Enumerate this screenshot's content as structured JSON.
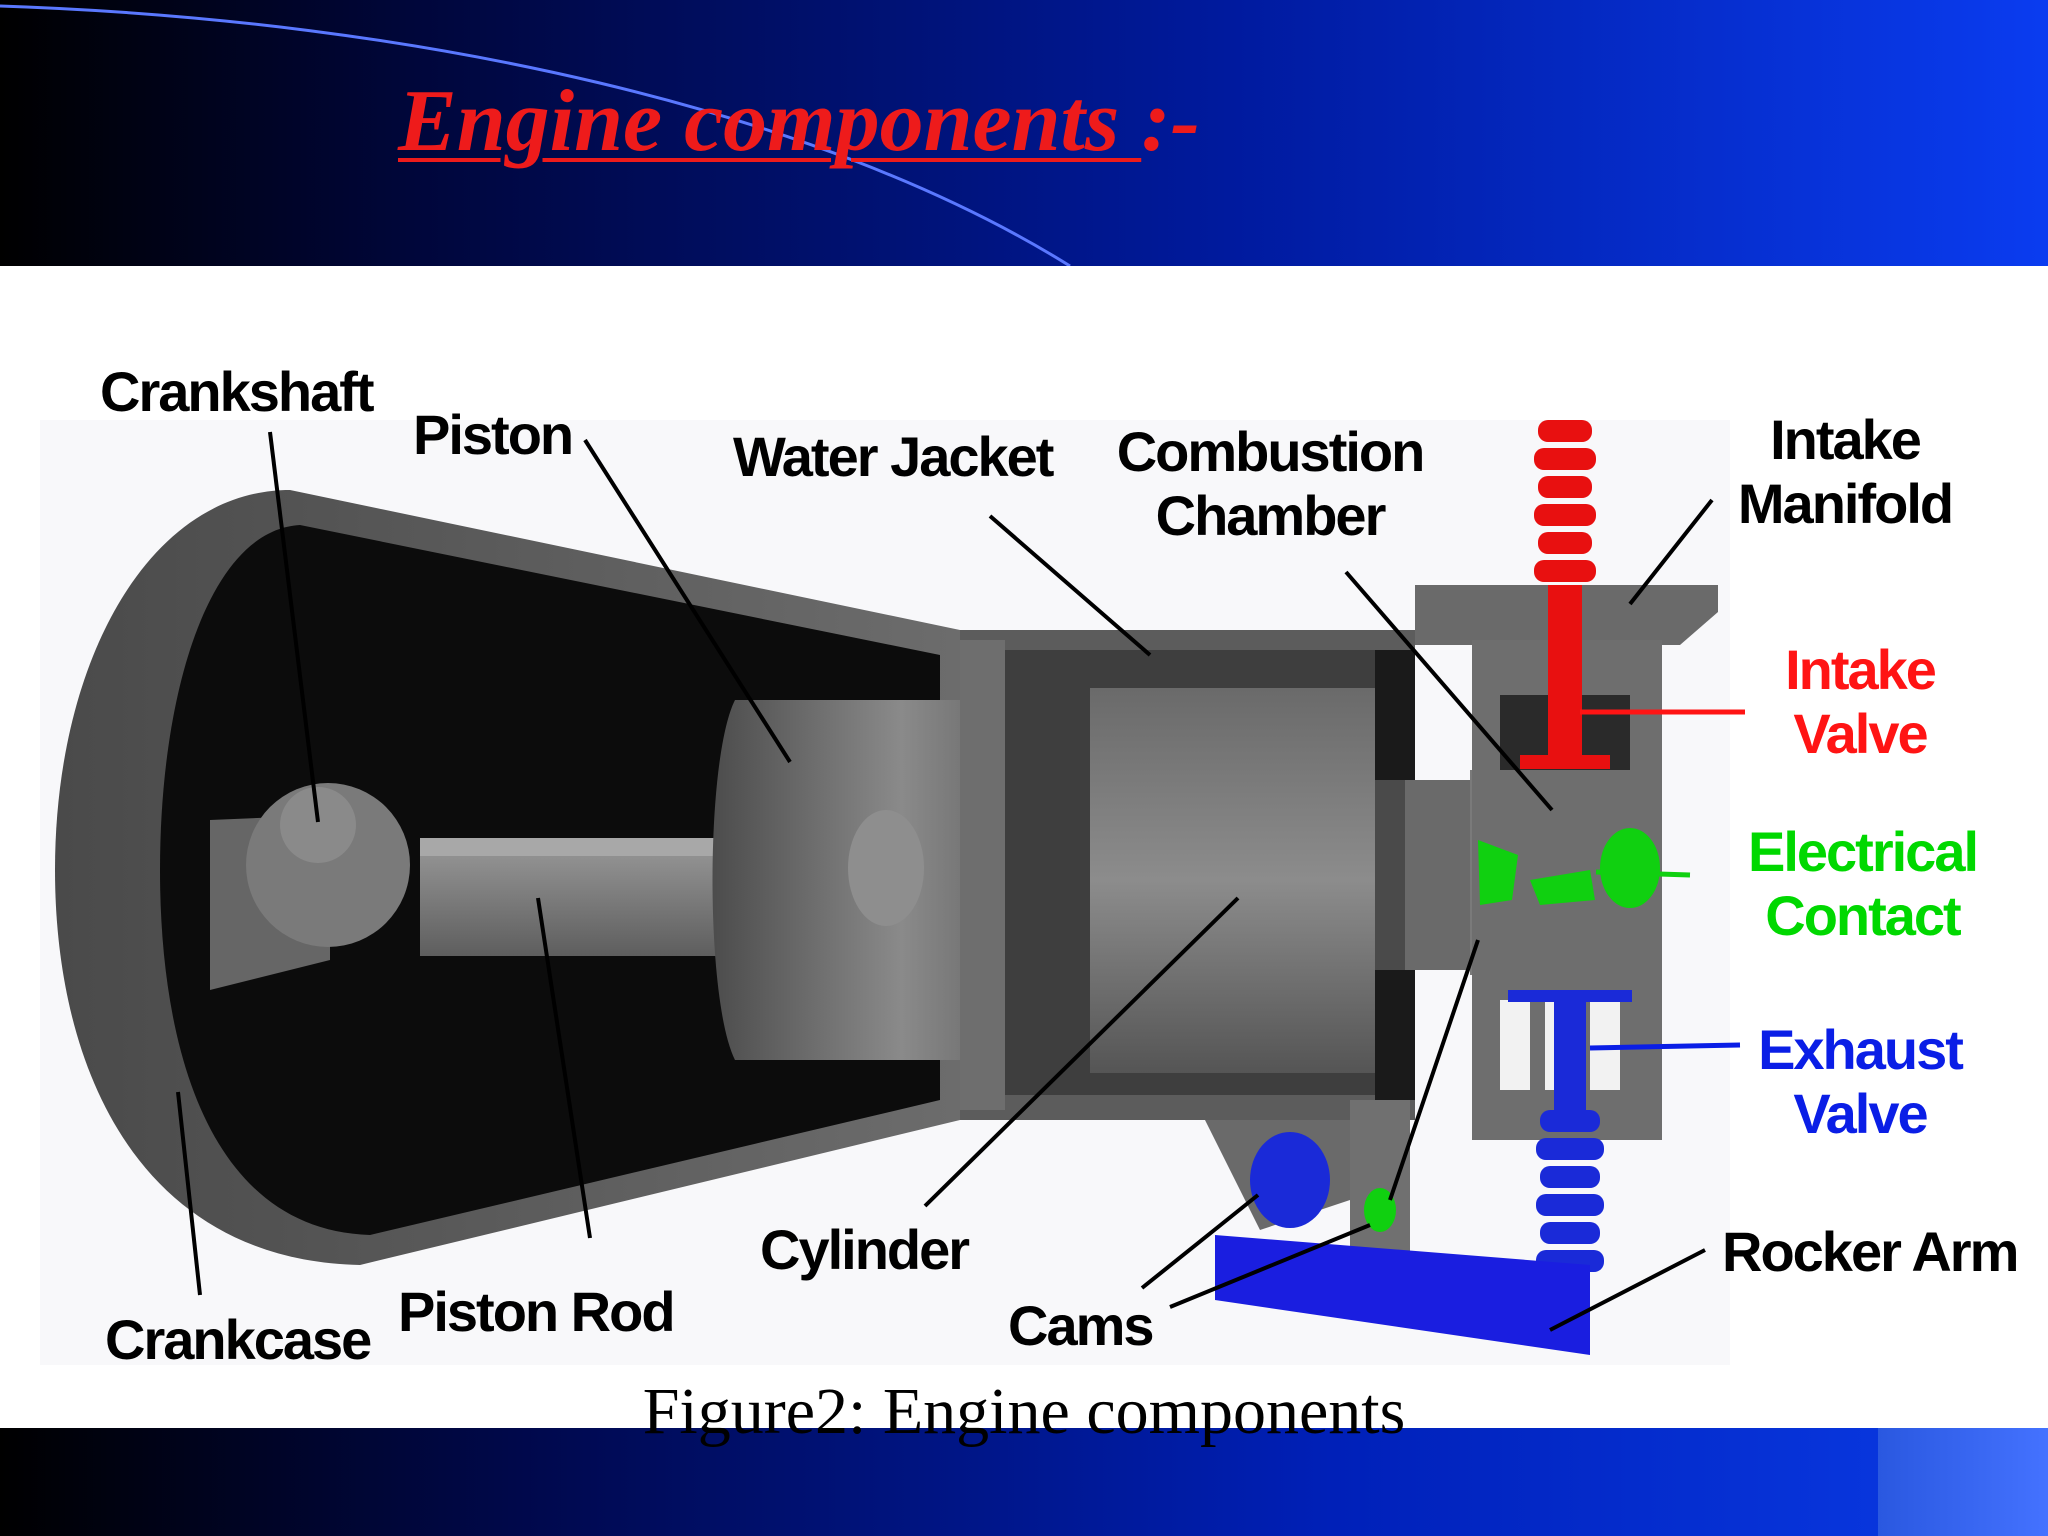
{
  "slide": {
    "title": "Engine components ",
    "title_suffix": ":-",
    "title_color": "#ee1b1b"
  },
  "diagram": {
    "labels": {
      "crankshaft": "Crankshaft",
      "piston": "Piston",
      "water_jacket": "Water  Jacket",
      "combustion_chamber_1": "Combustion",
      "combustion_chamber_2": "Chamber",
      "intake_manifold_1": "Intake",
      "intake_manifold_2": "Manifold",
      "intake_valve_1": "Intake",
      "intake_valve_2": "Valve",
      "electrical_contact_1": "Electrical",
      "electrical_contact_2": "Contact",
      "exhaust_valve_1": "Exhaust",
      "exhaust_valve_2": "Valve",
      "rocker_arm": "Rocker Arm",
      "cylinder": "Cylinder",
      "cams": "Cams",
      "piston_rod": "Piston  Rod",
      "crankcase": "Crankcase"
    },
    "colors": {
      "intake_valve": "#ff1414",
      "electrical_contact": "#00d800",
      "exhaust_valve": "#0a1ee6",
      "rocker_arm": "#1a1ee0"
    }
  },
  "caption": "Figure2: Engine components"
}
